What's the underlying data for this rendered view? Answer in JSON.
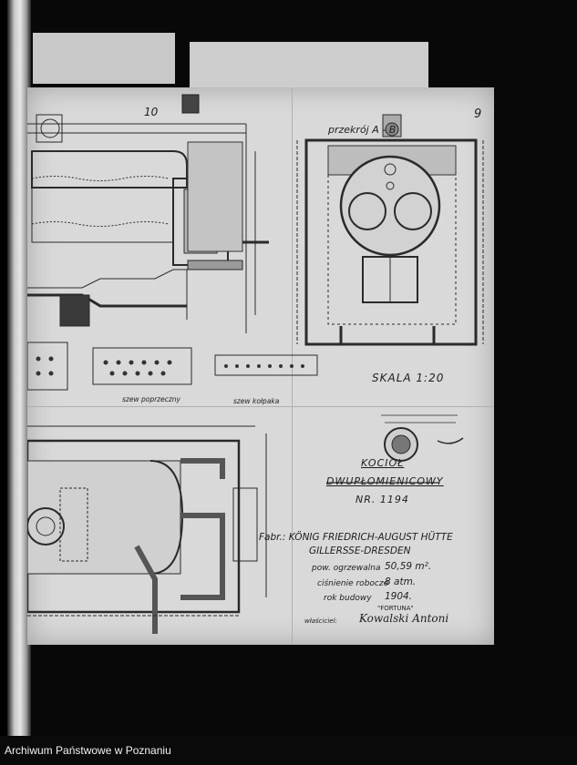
{
  "archive": {
    "name": "Archiwum Państwowe w Poznaniu"
  },
  "drawing": {
    "sheet_number": "10",
    "corner_mark": "9",
    "section_label": "przekrój A - B",
    "scale": "SKALA 1:20",
    "seam_cross": "szew poprzeczny",
    "seam_long": "szew kołpaka",
    "title_line1": "KOCIOŁ",
    "title_line2": "DWUPŁOMIENICOWY",
    "title_line3": "NR. 1194",
    "manufacturer": "Fabr.: KÖNIG FRIEDRICH-AUGUST HÜTTE",
    "place": "GILLERSSE-DRESDEN",
    "specs": [
      {
        "label": "pow. ogrzewalna",
        "value": "50,59 m²."
      },
      {
        "label": "ciśnienie robocze",
        "value": "8 atm."
      },
      {
        "label": "rok budowy",
        "value": "1904."
      }
    ],
    "owner_label": "właściciel:",
    "owner_stamp": "\"FORTUNA\"",
    "signature": "Kowalski Antoni"
  }
}
